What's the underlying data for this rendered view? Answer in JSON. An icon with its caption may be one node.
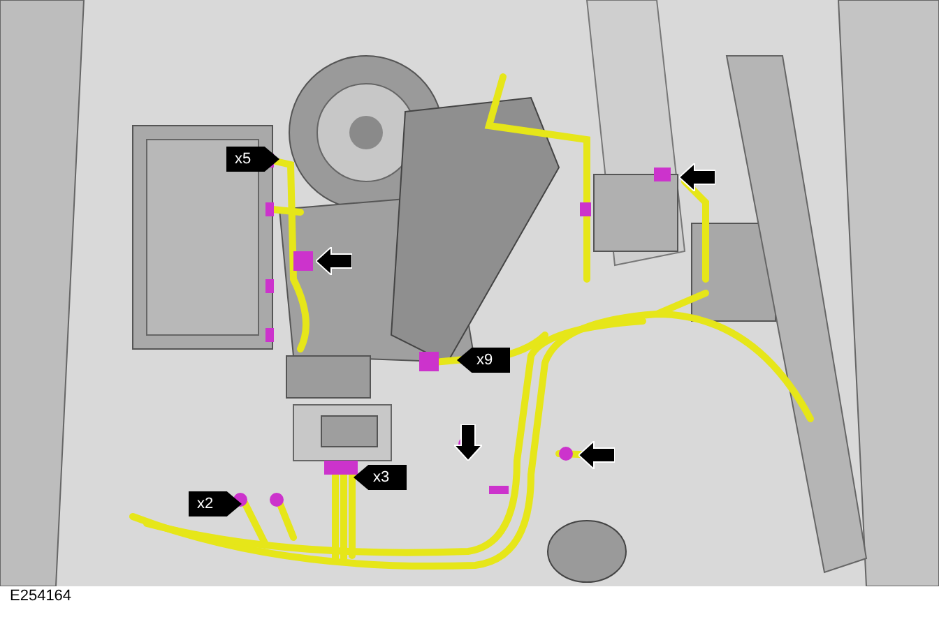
{
  "diagram": {
    "labels": [
      "x5",
      "x9",
      "x3",
      "x2",
      "E254164"
    ]
  }
}
